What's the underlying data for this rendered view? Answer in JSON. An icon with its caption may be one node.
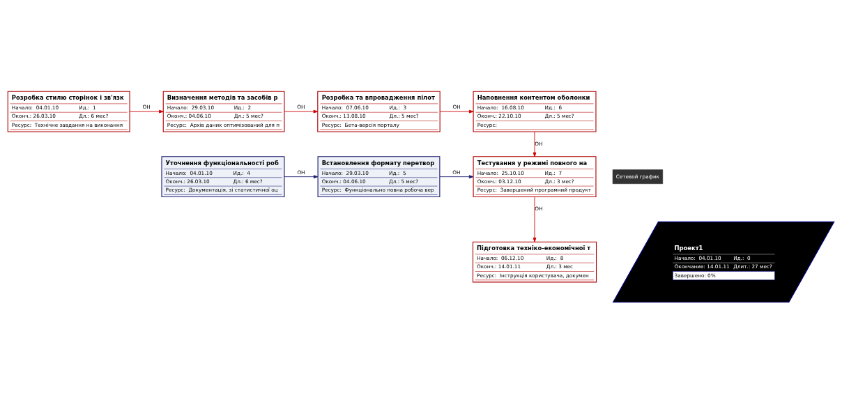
{
  "diagram": {
    "nodes": [
      {
        "text": [
          "Розробка стилю сторінок і зв'язк",
          "Начало:  04.01.10",
          "Ид.:  1",
          "Оконч.: 26.03.10",
          "Дл.: 6 мес?",
          "Ресурс:  Технічне завдання на виконання"
        ]
      },
      {
        "text": [
          "Визначення методів та засобів р",
          "Начало:  29.03.10",
          "Ид.:  2",
          "Оконч.: 04.06.10",
          "Дл.: 5 мес?",
          "Ресурс:  Архів даних оптимізований для п"
        ]
      },
      {
        "text": [
          "Розробка та впровадження пілот",
          "Начало:  07.06.10",
          "Ид.:  3",
          "Оконч.: 13.08.10",
          "Дл.: 5 мес?",
          "Ресурс:  Бета-версія порталу"
        ]
      },
      {
        "text": [
          "Наповнення контентом оболонки",
          "Начало:  16.08.10",
          "Ид.:  6",
          "Оконч.: 22.10.10",
          "Дл.: 5 мес?",
          "Ресурс:"
        ]
      },
      {
        "text": [
          "Уточнення функціональності роб",
          "Начало:  04.01.10",
          "Ид.:  4",
          "Оконч.: 26.03.10",
          "Дл.: 6 мес?",
          "Ресурс:  Документація, зі статистичної оц"
        ]
      },
      {
        "text": [
          "Встановлення формату перетвор",
          "Начало:  29.03.10",
          "Ид.:  5",
          "Оконч.: 04.06.10",
          "Дл.: 5 мес?",
          "Ресурс:  Функціонально повна робоча вер"
        ]
      },
      {
        "text": [
          "Тестування у режимі повного на",
          "Начало:  25.10.10",
          "Ид.:  7",
          "Оконч.: 03.12.10",
          "Дл.: 3 мес?",
          "Ресурс:  Завершений програмний продукт"
        ]
      },
      {
        "text": [
          "Проект1",
          "Начало:  04.01.10",
          "Ид.:  0",
          "Окончание: 14.01.11",
          "Длит.: 27 мес?",
          "Завершено: 0%"
        ]
      },
      {
        "text": [
          "Підготовка техніко-економічної т",
          "Начало:  06.12.10",
          "Ид.:  8",
          "Оконч.: 14.01.11",
          "Дл.: 3 мес",
          "Ресурс:  Інструкція користувача, докумен"
        ]
      }
    ],
    "edges": [
      {
        "from": 0,
        "to": 1,
        "arrow": "to",
        "label": "ОН"
      },
      {
        "from": 1,
        "to": 2,
        "arrow": "to",
        "label": "ОН"
      },
      {
        "from": 2,
        "to": 3,
        "arrow": "to",
        "label": "ОН"
      },
      {
        "from": 3,
        "to": 6,
        "arrow": "to",
        "label": "ОН"
      },
      {
        "from": 4,
        "to": 5,
        "arrow": "to",
        "label": "ОН",
        "color": "#1a1a6e"
      },
      {
        "from": 5,
        "to": 6,
        "arrow": "to",
        "label": "ОН",
        "color": "#1a1a6e"
      },
      {
        "from": 6,
        "to": 8,
        "arrow": "to",
        "label": "ОН"
      }
    ],
    "labels": [
      "Сетевой график"
    ]
  }
}
